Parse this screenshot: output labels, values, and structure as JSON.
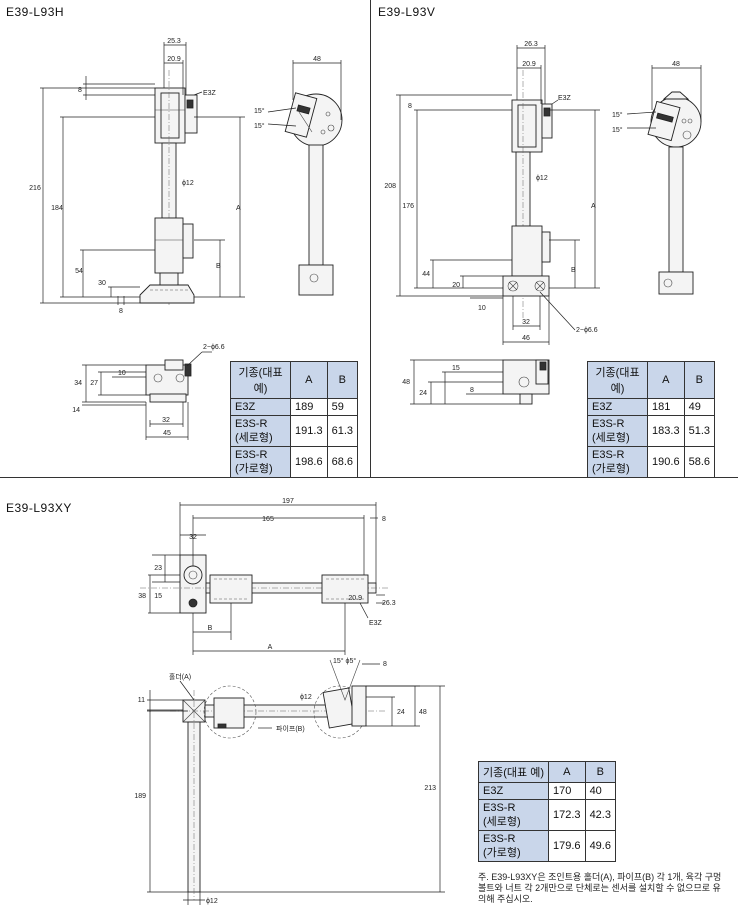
{
  "panels": {
    "h": {
      "title": "E39-L93H"
    },
    "v": {
      "title": "E39-L93V"
    },
    "xy": {
      "title": "E39-L93XY"
    }
  },
  "labels_h": {
    "d25_3": "25.3",
    "d20_9": "20.9",
    "e3z": "E3Z",
    "d8": "8",
    "d216": "216",
    "d184": "184",
    "phi12": "ϕ12",
    "a": "A",
    "b": "B",
    "d54": "54",
    "d30": "30",
    "d8b": "8",
    "d48": "48",
    "ang15a": "15°",
    "ang15b": "15°",
    "hole": "2−ϕ6.6",
    "d34": "34",
    "d27": "27",
    "d10": "10",
    "d14": "14",
    "d32": "32",
    "d45": "45"
  },
  "labels_v": {
    "d26_3": "26.3",
    "d20_9": "20.9",
    "e3z": "E3Z",
    "d8": "8",
    "d208": "208",
    "d176": "176",
    "phi12": "ϕ12",
    "a": "A",
    "b": "B",
    "d44": "44",
    "d20": "20",
    "d10": "10",
    "d32": "32",
    "hole": "2−ϕ6.6",
    "d46": "46",
    "d48top": "48",
    "ang15a": "15°",
    "ang15b": "15°",
    "d48": "48",
    "d15": "15",
    "d24": "24",
    "d8b": "8"
  },
  "labels_xy": {
    "d197": "197",
    "d165": "165",
    "d8": "8",
    "d32": "32",
    "d23": "23",
    "d38": "38",
    "d15": "15",
    "d20_9": "20.9",
    "d26_3": "26.3",
    "e3z": "E3Z",
    "b": "B",
    "a": "A",
    "holder": "홀더(A)",
    "pipe": "파이프(B)",
    "d11": "11",
    "phi12a": "ϕ12",
    "d24": "24",
    "d48": "48",
    "ang": "15° ϕ5°",
    "d8b": "8",
    "d189": "189",
    "d213": "213",
    "phi12b": "ϕ12"
  },
  "table_header": {
    "model": "기종(대표 예)",
    "a": "A",
    "b": "B"
  },
  "table_h": [
    {
      "model": "E3Z",
      "a": "189",
      "b": "59"
    },
    {
      "model": "E3S-R\n(세로형)",
      "a": "191.3",
      "b": "61.3"
    },
    {
      "model": "E3S-R\n(가로형)",
      "a": "198.6",
      "b": "68.6"
    }
  ],
  "table_v": [
    {
      "model": "E3Z",
      "a": "181",
      "b": "49"
    },
    {
      "model": "E3S-R\n(세로형)",
      "a": "183.3",
      "b": "51.3"
    },
    {
      "model": "E3S-R\n(가로형)",
      "a": "190.6",
      "b": "58.6"
    }
  ],
  "table_xy": [
    {
      "model": "E3Z",
      "a": "170",
      "b": "40"
    },
    {
      "model": "E3S-R\n(세로형)",
      "a": "172.3",
      "b": "42.3"
    },
    {
      "model": "E3S-R\n(가로형)",
      "a": "179.6",
      "b": "49.6"
    }
  ],
  "note": "주. E39-L93XY은 조인트용 홀더(A), 파이프(B) 각 1개, 육각 구멍 볼트와 너트 각 2개만으로 단체로는 센서를 설치할 수 없으므로 유의해 주십시오."
}
